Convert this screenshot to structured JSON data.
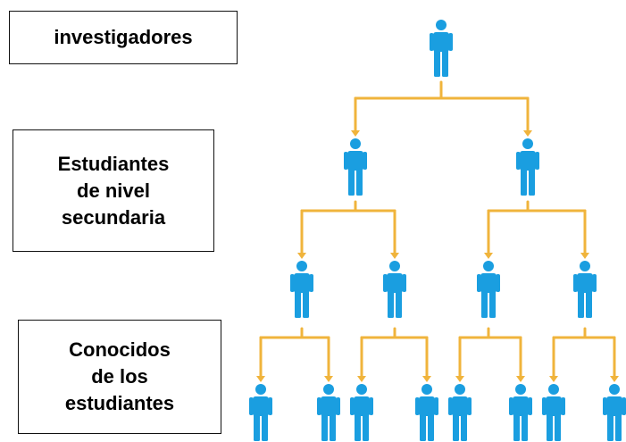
{
  "labels": [
    {
      "id": "level-investigadores",
      "text": "investigadores"
    },
    {
      "id": "level-estudiantes",
      "text": "Estudiantes\nde nivel\nsecundaria"
    },
    {
      "id": "level-conocidos",
      "text": "Conocidos\nde los\nestudiantes"
    }
  ],
  "colors": {
    "person": "#1a9ee0",
    "connector": "#f0b43c",
    "box_border": "#111111",
    "text": "#000000"
  },
  "tree": {
    "levels": [
      1,
      2,
      4,
      8
    ],
    "branching": 2
  }
}
